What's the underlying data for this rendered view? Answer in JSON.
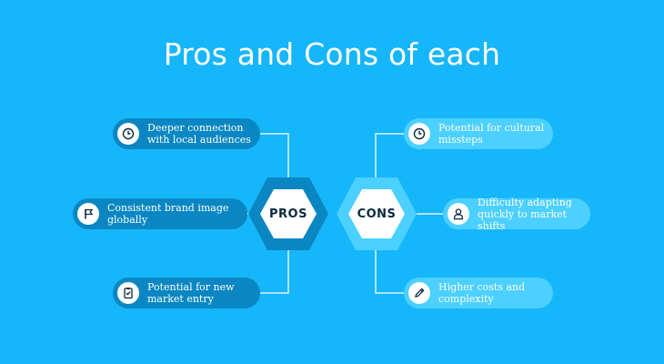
{
  "title": "Pros and Cons of each",
  "pros": {
    "label": "PROS",
    "items": [
      {
        "text": "Deeper connection\nwith local audiences",
        "icon": "clock-icon"
      },
      {
        "text": "Consistent brand image\nglobally",
        "icon": "flag-icon"
      },
      {
        "text": "Potential for new\nmarket entry",
        "icon": "checklist-icon"
      }
    ]
  },
  "cons": {
    "label": "CONS",
    "items": [
      {
        "text": "Potential for cultural\nmissteps",
        "icon": "clock-icon"
      },
      {
        "text": "Difficulty adapting\nquickly to market shifts",
        "icon": "person-icon"
      },
      {
        "text": "Higher costs and\ncomplexity",
        "icon": "pencil-icon"
      }
    ]
  },
  "colors": {
    "background": "#16b6fb",
    "pros_pill": "#0a87c2",
    "cons_pill": "#4bd0ff",
    "pros_hex": "#0a87c2",
    "cons_hex": "#4bd0ff"
  }
}
